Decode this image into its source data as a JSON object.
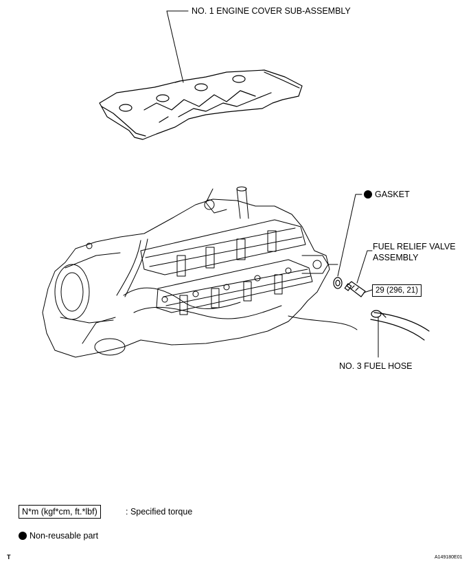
{
  "labels": {
    "engine_cover": "NO. 1 ENGINE COVER SUB-ASSEMBLY",
    "gasket": "GASKET",
    "fuel_relief_valve_line1": "FUEL RELIEF VALVE",
    "fuel_relief_valve_line2": "ASSEMBLY",
    "fuel_hose": "NO. 3 FUEL HOSE",
    "torque_value": "29 (296, 21)"
  },
  "legend": {
    "torque_units": "N*m (kgf*cm, ft.*lbf)",
    "torque_desc": ": Specified torque",
    "non_reusable": "Non-reusable part"
  },
  "footer": {
    "corner_mark": "T",
    "figure_id": "A149180E01"
  },
  "icons": {
    "non_reusable_marker": "filled-circle-icon"
  }
}
